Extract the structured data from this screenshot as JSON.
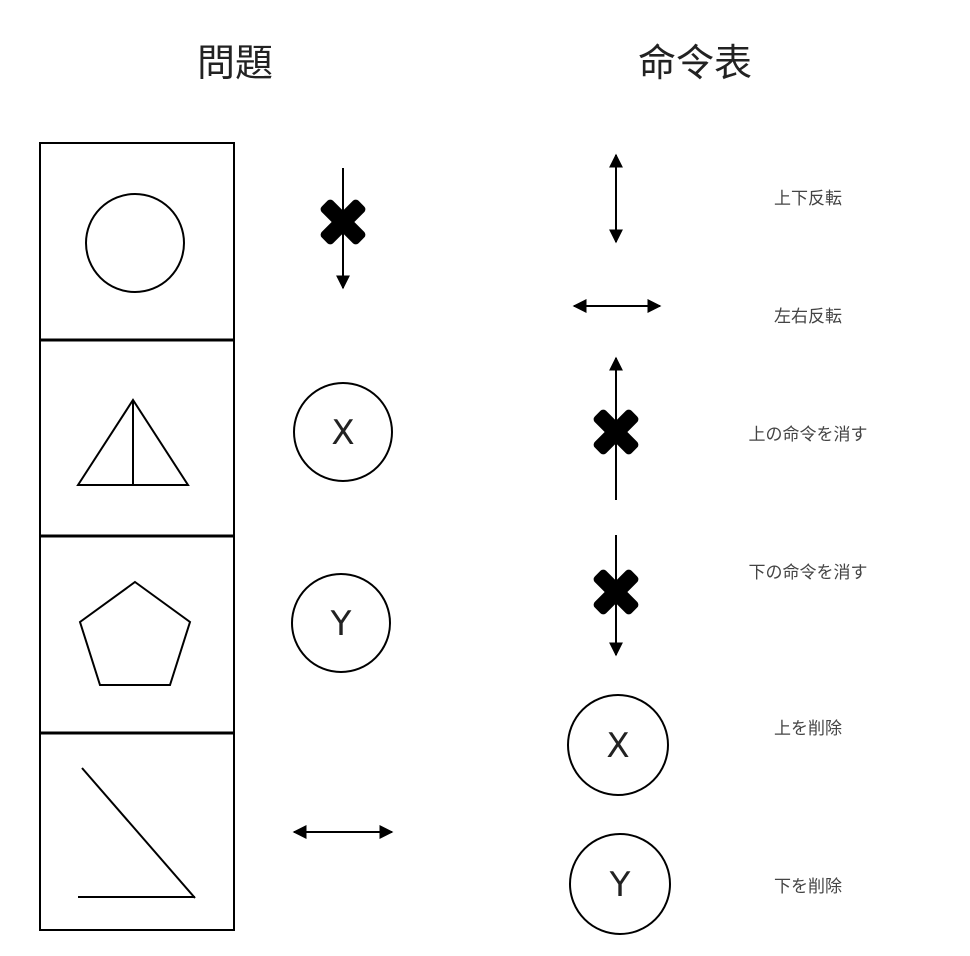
{
  "problem": {
    "title": "問題",
    "shapes": [
      "circle",
      "triangle-split",
      "pentagon",
      "angle"
    ],
    "commands": [
      "cancel-below",
      "delete-above",
      "delete-below",
      "flip-horizontal"
    ],
    "letters": {
      "x": "X",
      "y": "Y"
    }
  },
  "command_table": {
    "title": "命令表",
    "items": [
      {
        "icon": "vertical-double-arrow",
        "label": "上下反転"
      },
      {
        "icon": "horizontal-double-arrow",
        "label": "左右反転"
      },
      {
        "icon": "cross-up-arrow",
        "label": "上の命令を消す"
      },
      {
        "icon": "cross-down-arrow",
        "label": "下の命令を消す"
      },
      {
        "icon": "circle-x",
        "letter": "X",
        "label": "上を削除"
      },
      {
        "icon": "circle-y",
        "letter": "Y",
        "label": "下を削除"
      }
    ]
  }
}
